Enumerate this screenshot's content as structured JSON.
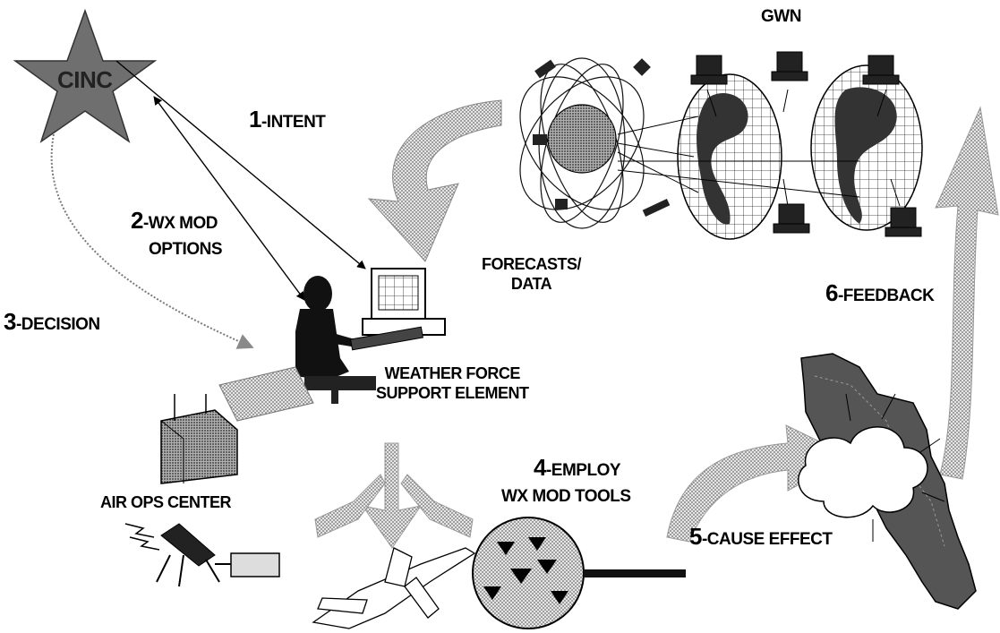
{
  "labels": {
    "cinc": "CINC",
    "gwn": "GWN",
    "intent_num": "1",
    "intent_text": "-INTENT",
    "wx_mod_num": "2",
    "wx_mod_text1": "-WX MOD",
    "wx_mod_text2": "OPTIONS",
    "decision_num": "3",
    "decision_text": "-DECISION",
    "employ_num": "4",
    "employ_text1": "-EMPLOY",
    "employ_text2": "WX MOD TOOLS",
    "cause_num": "5",
    "cause_text": "-CAUSE EFFECT",
    "feedback_num": "6",
    "feedback_text": "-FEEDBACK",
    "forecasts_line1": "FORECASTS/",
    "forecasts_line2": "DATA",
    "wfse_line1": "WEATHER FORCE",
    "wfse_line2": "SUPPORT ELEMENT",
    "aoc": "AIR OPS CENTER"
  },
  "colors": {
    "ink": "#000000",
    "star_fill": "#6f6f6f",
    "shade_light": "#c8c8c8",
    "shade_mid": "#9a9a9a",
    "shade_dark": "#3a3a3a"
  }
}
